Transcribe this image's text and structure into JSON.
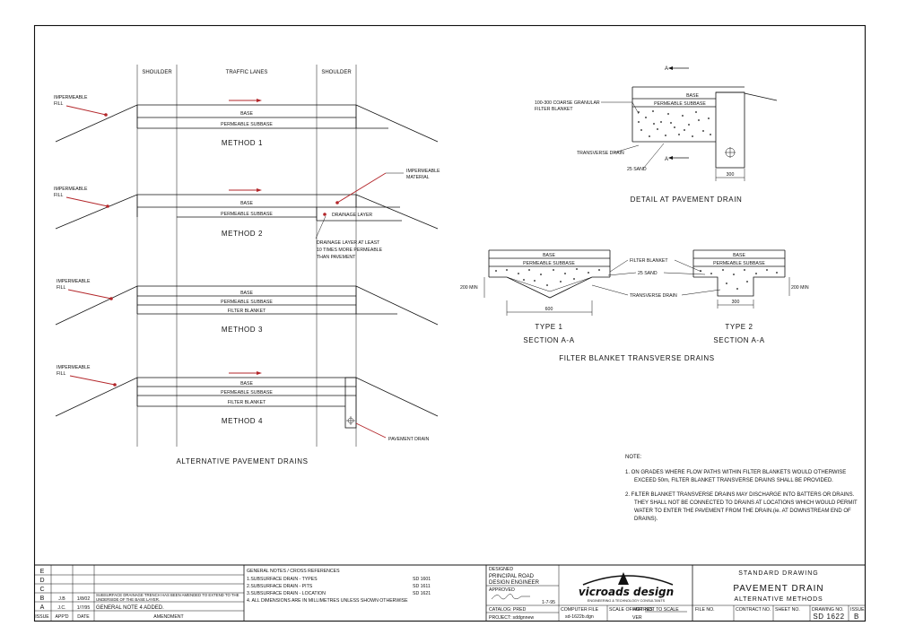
{
  "labels": {
    "shoulder": "SHOULDER",
    "traffic_lanes": "TRAFFIC LANES",
    "impermeable": "IMPERMEABLE",
    "fill": "FILL",
    "base": "BASE",
    "permeable_subbase": "PERMEABLE SUBBASE",
    "filter_blanket": "FILTER BLANKET",
    "drainage_layer": "DRAINAGE LAYER",
    "impermeable_material_1": "IMPERMEABLE",
    "impermeable_material_2": "MATERIAL",
    "drainage_note_1": "DRAINAGE LAYER AT LEAST",
    "drainage_note_2": "10 TIMES MORE PERMEABLE",
    "drainage_note_3": "THAN PAVEMENT",
    "pavement_drain": "PAVEMENT DRAIN",
    "coarse_1": "100-300 COARSE GRANULAR",
    "coarse_2": "FILTER BLANKET",
    "transverse_drain": "TRANSVERSE DRAIN",
    "sand_25": "25 SAND",
    "dim_300": "300",
    "dim_600": "600",
    "dim_200min": "200 MIN",
    "section_mark": "A"
  },
  "titles": {
    "method1": "METHOD 1",
    "method2": "METHOD 2",
    "method3": "METHOD 3",
    "method4": "METHOD 4",
    "alternative": "ALTERNATIVE PAVEMENT DRAINS",
    "detail": "DETAIL AT PAVEMENT DRAIN",
    "type1": "TYPE 1",
    "type2": "TYPE 2",
    "section": "SECTION A-A",
    "filter_blanket_drains": "FILTER BLANKET TRANSVERSE DRAINS"
  },
  "notes": {
    "heading": "NOTE:",
    "n1_l1": "1.  ON GRADES WHERE FLOW PATHS WITHIN FILTER BLANKETS WOULD OTHERWISE",
    "n1_l2": "EXCEED 50m, FILTER BLANKET TRANSVERSE DRAINS SHALL BE PROVIDED.",
    "n2_l1": "2.  FILTER BLANKET TRANSVERSE DRAINS MAY DISCHARGE INTO BATTERS OR DRAINS.",
    "n2_l2": "THEY SHALL NOT BE CONNECTED TO DRAINS AT LOCATIONS WHICH WOULD PERMIT",
    "n2_l3": "WATER TO ENTER THE PAVEMENT FROM THE DRAIN.(ie. AT DOWNSTREAM END OF",
    "n2_l4": "DRAINS)."
  },
  "title_block": {
    "revisions": [
      {
        "issue": "E",
        "appd": "",
        "date": "",
        "amendment": ""
      },
      {
        "issue": "D",
        "appd": "",
        "date": "",
        "amendment": ""
      },
      {
        "issue": "C",
        "appd": "",
        "date": "",
        "amendment": ""
      },
      {
        "issue": "B",
        "appd": "J.B",
        "date": "1/8/02",
        "amendment": "SUBSURFACE DRAINAGE TRENCH HAS BEEN AMENDED TO EXTEND TO THE",
        "amendment2": "UNDERSIDE OF THE BASE LAYER."
      },
      {
        "issue": "A",
        "appd": "J.C.",
        "date": "1/7/95",
        "amendment": "GENERAL NOTE 4 ADDED."
      }
    ],
    "rev_headers": {
      "issue": "ISSUE",
      "appd": "APP'D",
      "date": "DATE",
      "amendment": "AMENDMENT"
    },
    "general_notes_title": "GENERAL NOTES / CROSS REFERENCES",
    "general_notes": [
      {
        "text": "1.SUBSURFACE DRAIN - TYPES",
        "ref": "SD 1601"
      },
      {
        "text": "2.SUBSURFACE DRAIN - PITS",
        "ref": "SD 1611"
      },
      {
        "text": "3.SUBSURFACE DRAIN - LOCATION",
        "ref": "SD 1621"
      },
      {
        "text": "4. ALL DIMENSIONS ARE IN MILLIMETRES UNLESS SHOWN OTHERWISE",
        "ref": ""
      }
    ],
    "designed": "DESIGNED",
    "designer_1": "PRINCIPAL ROAD",
    "designer_2": "DESIGN ENGINEER",
    "approved": "APPROVED",
    "approved_date": "1-7-95",
    "catalog": "CATALOG: PRED",
    "project": "PROJECT: sddgnnew",
    "logo": "vicroads design",
    "logo_sub": "ENGINEERING & TECHNOLOGY CONSULTANTS",
    "computer_file_label": "COMPUTER FILE",
    "computer_file": "sd-1622b.dgn",
    "scale_label": "SCALE OF METRES",
    "scale_hor": "HOR",
    "scale_ver": "VER",
    "not_to_scale": "NOT TO SCALE",
    "file_no": "FILE NO.",
    "standard_drawing": "STANDARD DRAWING",
    "drawing_title": "PAVEMENT DRAIN",
    "drawing_subtitle": "ALTERNATIVE METHODS",
    "contract_no": "CONTRACT NO.",
    "sheet_no": "SHEET NO.",
    "drawing_no_label": "DRAWING NO.",
    "drawing_no": "SD 1622",
    "issue_label": "ISSUE",
    "issue": "B"
  }
}
